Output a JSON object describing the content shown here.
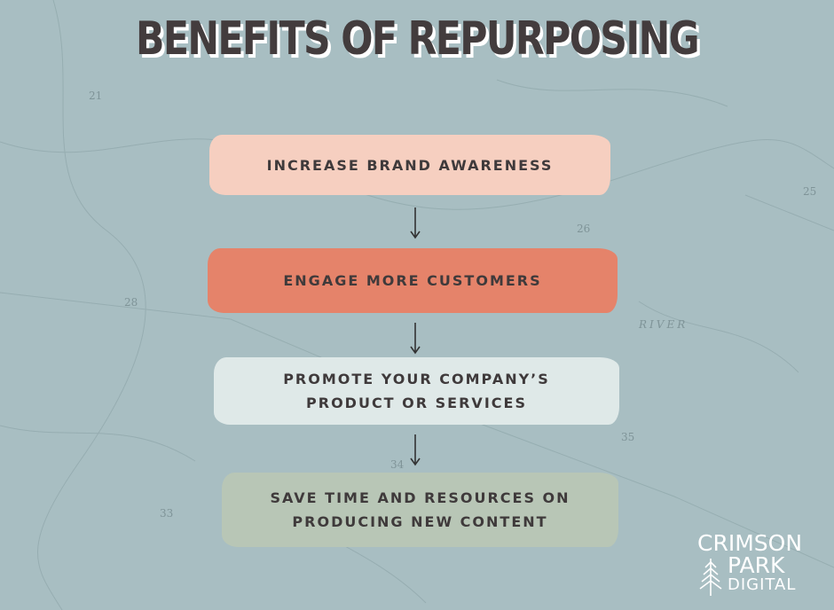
{
  "title": "BENEFITS OF REPURPOSING",
  "steps": [
    {
      "label": "INCREASE BRAND AWARENESS",
      "color": "#f6cfc0"
    },
    {
      "label": "ENGAGE MORE CUSTOMERS",
      "color": "#e5836a"
    },
    {
      "label": "PROMOTE YOUR COMPANY’S PRODUCT OR SERVICES",
      "color": "#dfe9e8"
    },
    {
      "label": "SAVE TIME AND RESOURCES ON PRODUCING NEW CONTENT",
      "color": "#b8c6b6"
    }
  ],
  "logo": {
    "line1": "CRIMSON",
    "line2": "PARK",
    "line3": "DIGITAL",
    "icon": "pine-tree-icon"
  },
  "background": {
    "color": "#a8bec2",
    "texture": "topographic-map"
  }
}
